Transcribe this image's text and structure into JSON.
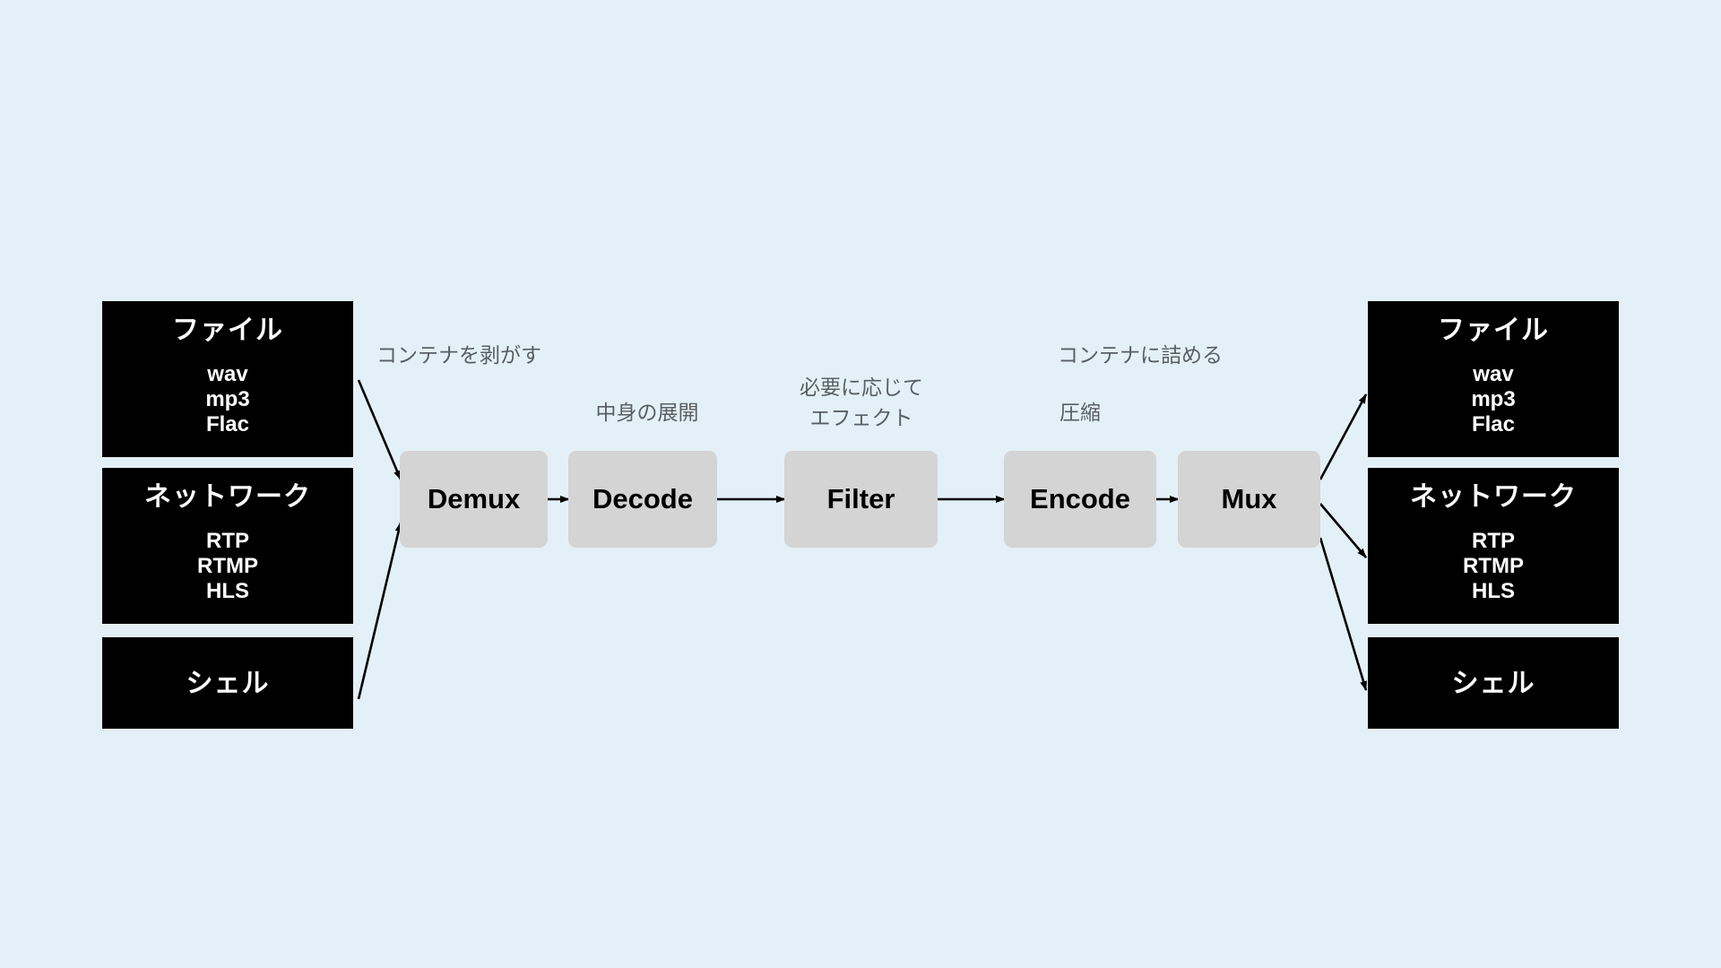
{
  "diagram": {
    "title": "Audio processing pipeline (FFmpeg style)",
    "background_color": "#e4f0f7",
    "io_box_color": "#000000",
    "io_text_color": "#ffffff",
    "process_box_color": "#d4d4d4",
    "annotation_color": "#585f64",
    "connector_color": "#000000"
  },
  "inputs": [
    {
      "id": "input-file",
      "title": "ファイル",
      "items": [
        "wav",
        "mp3",
        "Flac"
      ]
    },
    {
      "id": "input-network",
      "title": "ネットワーク",
      "items": [
        "RTP",
        "RTMP",
        "HLS"
      ]
    },
    {
      "id": "input-shell",
      "title": "シェル",
      "items": []
    }
  ],
  "pipeline": [
    {
      "id": "stage-demux",
      "label": "Demux",
      "annotation": "コンテナを剥がす"
    },
    {
      "id": "stage-decode",
      "label": "Decode",
      "annotation": "中身の展開"
    },
    {
      "id": "stage-filter",
      "label": "Filter",
      "annotation": "必要に応じて\nエフェクト"
    },
    {
      "id": "stage-encode",
      "label": "Encode",
      "annotation": "圧縮"
    },
    {
      "id": "stage-mux",
      "label": "Mux",
      "annotation": "コンテナに詰める"
    }
  ],
  "outputs": [
    {
      "id": "output-file",
      "title": "ファイル",
      "items": [
        "wav",
        "mp3",
        "Flac"
      ]
    },
    {
      "id": "output-network",
      "title": "ネットワーク",
      "items": [
        "RTP",
        "RTMP",
        "HLS"
      ]
    },
    {
      "id": "output-shell",
      "title": "シェル",
      "items": []
    }
  ]
}
